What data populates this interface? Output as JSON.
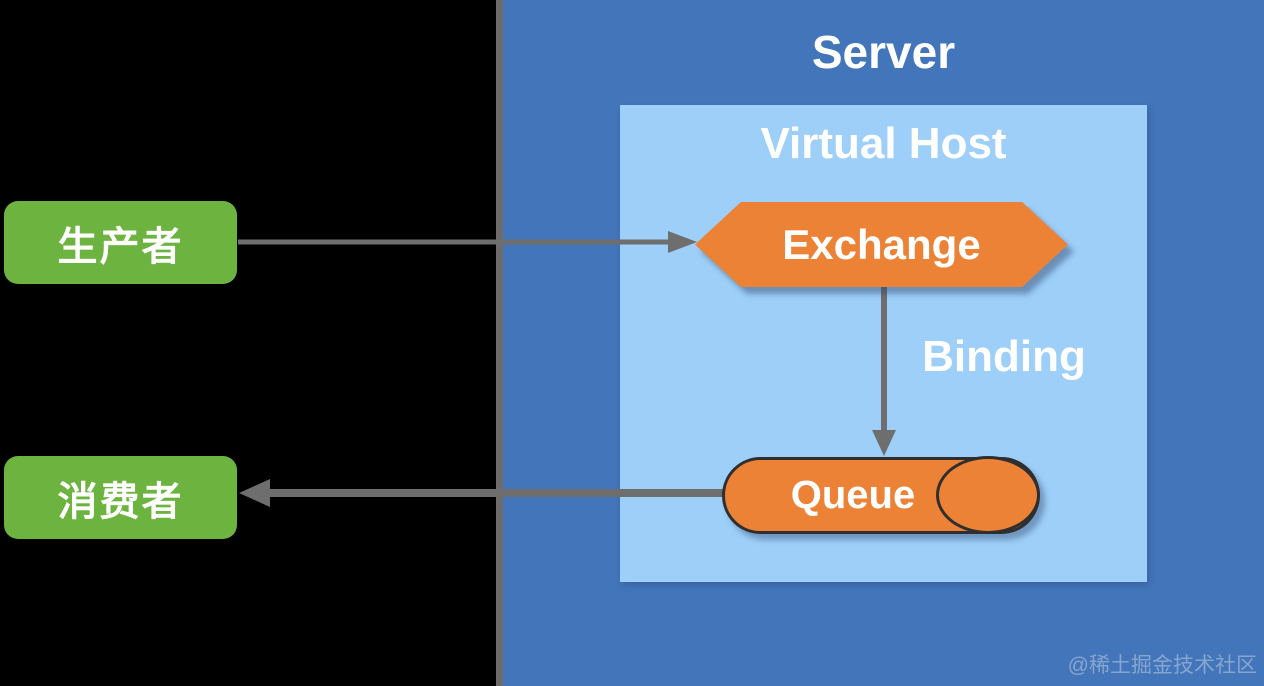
{
  "diagram": {
    "type": "message-broker-architecture",
    "nodes": {
      "server": {
        "label": "Server"
      },
      "virtual_host": {
        "label": "Virtual Host"
      },
      "exchange": {
        "label": "Exchange"
      },
      "queue": {
        "label": "Queue"
      },
      "producer": {
        "label": "生产者"
      },
      "consumer": {
        "label": "消费者"
      }
    },
    "edges": {
      "producer_to_exchange": {
        "label": ""
      },
      "exchange_to_queue": {
        "label": "Binding"
      },
      "queue_to_consumer": {
        "label": ""
      }
    }
  },
  "watermark": {
    "label": "@稀土掘金技术社区"
  },
  "colors": {
    "background": "#000000",
    "server_panel_blue": "#4375bb",
    "virtual_host_blue": "#9dcff8",
    "node_orange": "#ec8236",
    "node_green": "#6cb33f",
    "arrow_gray": "#6e6e6e",
    "outline_dark": "#2f2f2f",
    "text_white": "#ffffff"
  }
}
